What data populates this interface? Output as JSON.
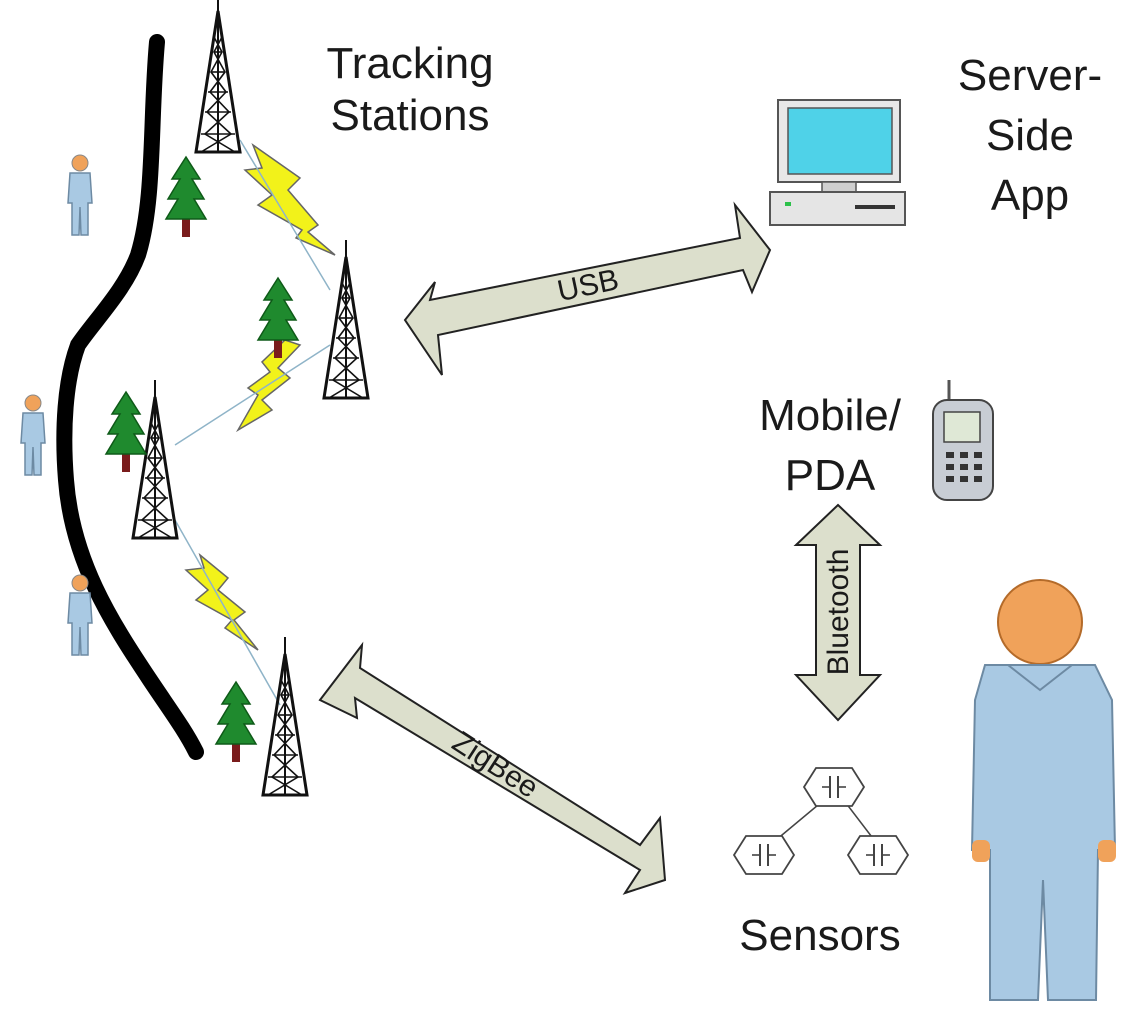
{
  "labels": {
    "tracking_line1": "Tracking",
    "tracking_line2": "Stations",
    "server_line1": "Server-",
    "server_line2": "Side",
    "server_line3": "App",
    "mobile_line1": "Mobile/",
    "mobile_line2": "PDA",
    "sensors": "Sensors"
  },
  "links": {
    "usb": "USB",
    "bluetooth": "Bluetooth",
    "zigbee": "ZigBee"
  },
  "colors": {
    "arrow_fill": "#dcdfcc",
    "lightning": "#f2f21a",
    "person": "#a9c9e3",
    "head": "#f0a25a",
    "screen": "#4fd2e8",
    "tree": "#1f8a2e",
    "trunk": "#7a1c1c"
  }
}
